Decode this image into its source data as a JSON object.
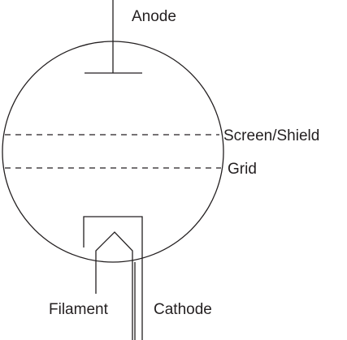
{
  "labels": {
    "anode": "Anode",
    "screen_shield": "Screen/Shield",
    "grid": "Grid",
    "filament": "Filament",
    "cathode": "Cathode"
  },
  "colors": {
    "line": "#231f20",
    "background": "#ffffff"
  }
}
